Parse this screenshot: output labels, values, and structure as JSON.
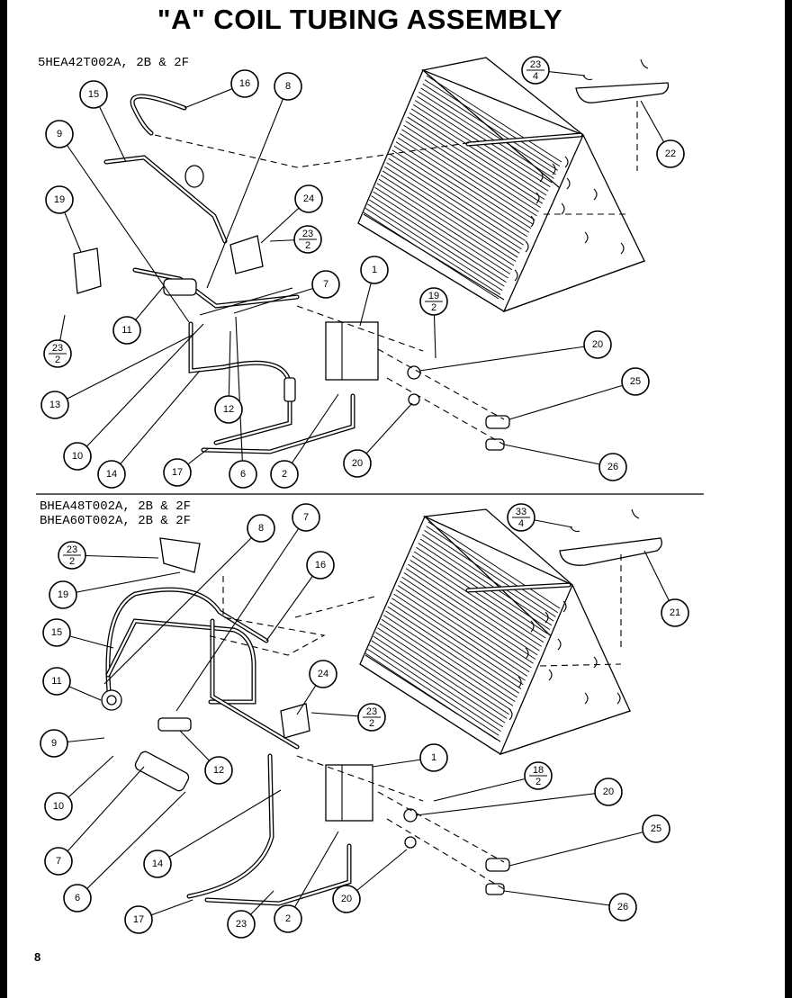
{
  "title": "\"A\" COIL TUBING ASSEMBLY",
  "page_number": "8",
  "top_section": {
    "models": [
      "5HEA42T002A, 2B & 2F"
    ],
    "callouts": {
      "c16": "16",
      "c15": "15",
      "c8": "8",
      "c9": "9",
      "c19": "19",
      "c24": "24",
      "c23a": "23",
      "c23a_sub": "2",
      "c23b": "23",
      "c23b_sub": "4",
      "c23c": "23",
      "c23c_sub": "2",
      "c7": "7",
      "c1": "1",
      "c19b": "19",
      "c19b_sub": "2",
      "c11": "11",
      "c20a": "20",
      "c13": "13",
      "c12": "12",
      "c25": "25",
      "c10": "10",
      "c14": "14",
      "c17": "17",
      "c6": "6",
      "c2": "2",
      "c20b": "20",
      "c26": "26",
      "c22": "22"
    }
  },
  "bottom_section": {
    "models": [
      "BHEA48T002A, 2B & 2F",
      "BHEA60T002A, 2B & 2F"
    ],
    "callouts": {
      "c23a": "23",
      "c23a_sub": "2",
      "c8": "8",
      "c7": "7",
      "c33": "33",
      "c33_sub": "4",
      "c19": "19",
      "c16": "16",
      "c15": "15",
      "c21": "21",
      "c11": "11",
      "c24": "24",
      "c23b": "23",
      "c23b_sub": "2",
      "c9": "9",
      "c1": "1",
      "c18": "18",
      "c18_sub": "2",
      "c12": "12",
      "c20a": "20",
      "c10": "10",
      "c25": "25",
      "c14": "14",
      "c7b": "7",
      "c6": "6",
      "c20b": "20",
      "c26": "26",
      "c17": "17",
      "c23c": "23",
      "c2": "2"
    }
  }
}
